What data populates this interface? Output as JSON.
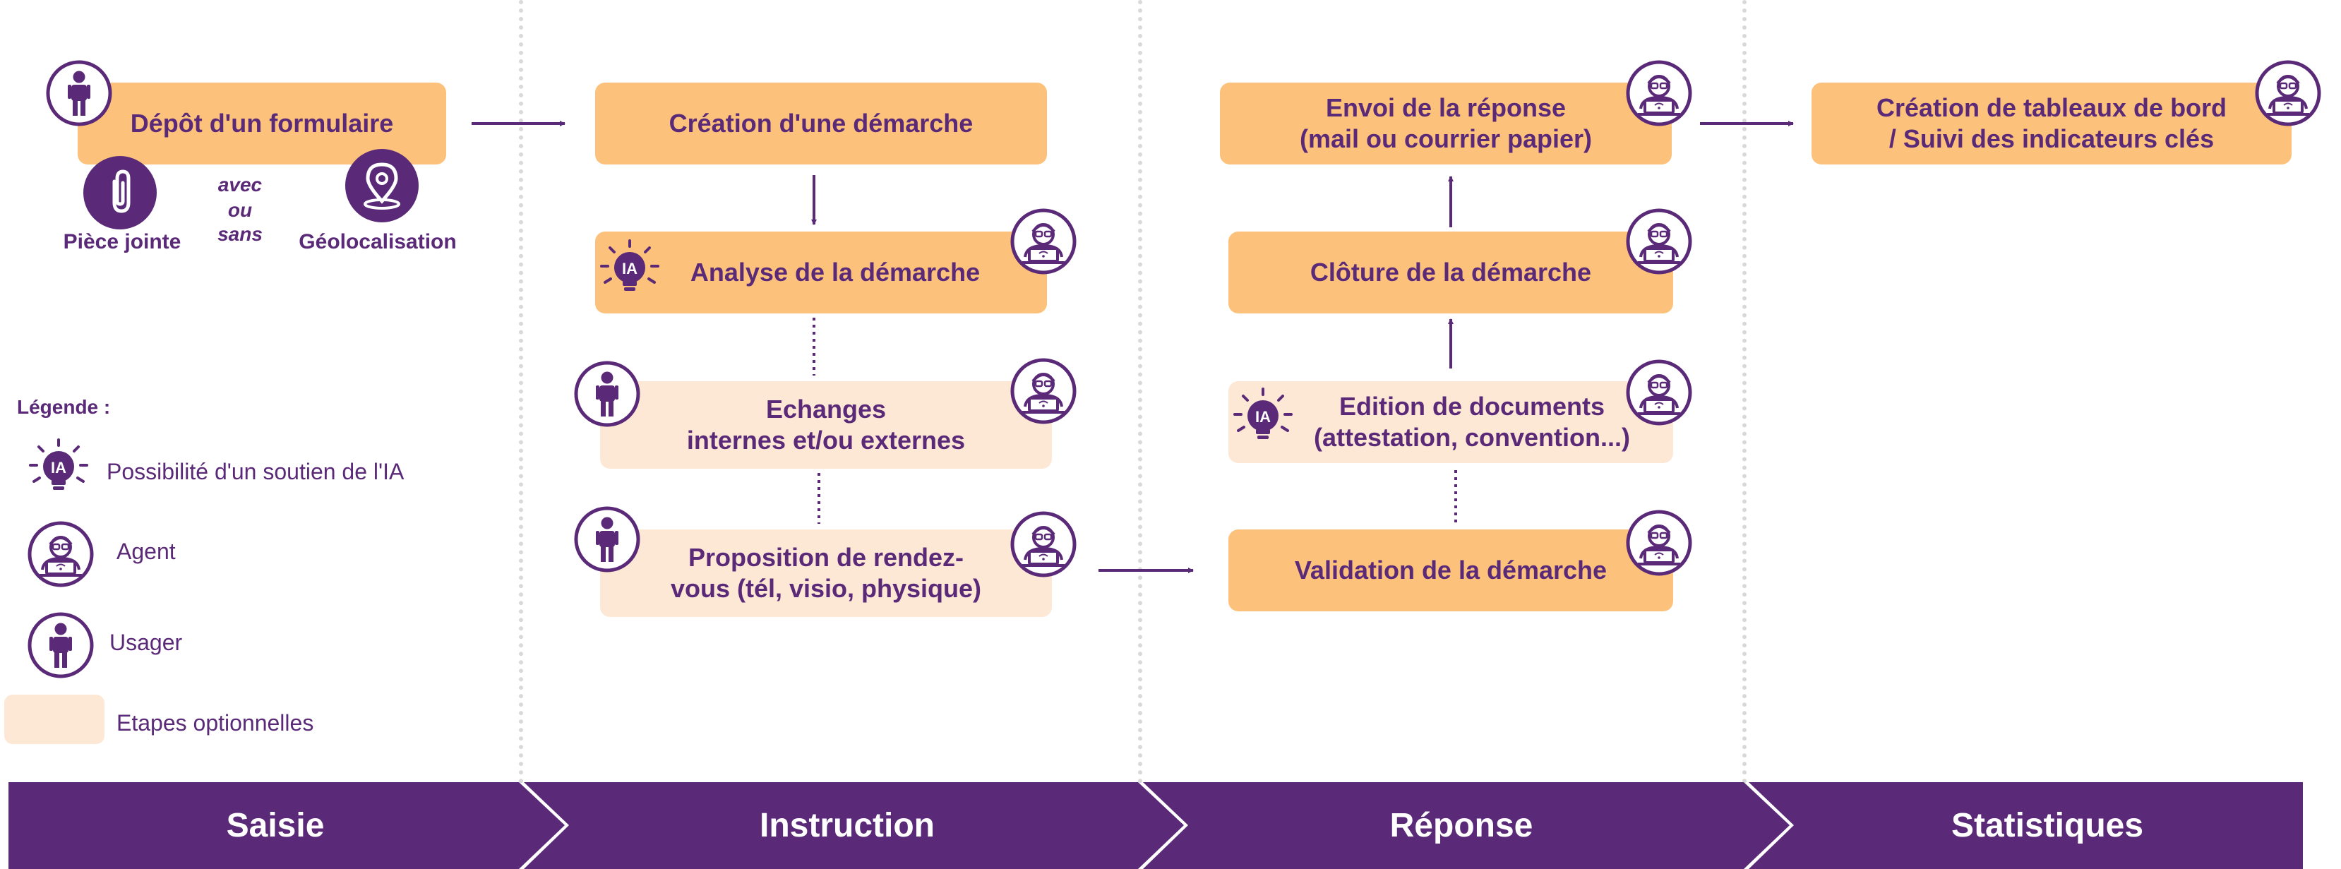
{
  "colors": {
    "purple": "#5a2a78",
    "orange": "#fcc27c",
    "light_orange": "#fde8d6",
    "separator": "#d9d9d9"
  },
  "saisie": {
    "depot": "Dépôt d'un formulaire",
    "piece_jointe": "Pièce jointe",
    "avec": "avec",
    "ou": "ou",
    "sans": "sans",
    "geolocalisation": "Géolocalisation"
  },
  "instruction": {
    "creation": "Création d'une démarche",
    "analyse": "Analyse de la démarche",
    "echanges_line1": "Echanges",
    "echanges_line2": "internes et/ou externes",
    "proposition_line1": "Proposition de rendez-",
    "proposition_line2": "vous (tél, visio, physique)"
  },
  "reponse": {
    "envoi_line1": "Envoi de la réponse",
    "envoi_line2": "(mail ou courrier papier)",
    "cloture": "Clôture de la démarche",
    "edition_line1": "Edition de documents",
    "edition_line2": "(attestation, convention...)",
    "validation": "Validation de la démarche"
  },
  "statistiques": {
    "tableaux_line1": "Création de tableaux de bord",
    "tableaux_line2": "/ Suivi des indicateurs clés"
  },
  "legend": {
    "title": "Légende :",
    "ia": "Possibilité d'un soutien de l'IA",
    "agent": "Agent",
    "usager": "Usager",
    "optional": "Etapes optionnelles"
  },
  "phases": [
    "Saisie",
    "Instruction",
    "Réponse",
    "Statistiques"
  ],
  "icons": {
    "ia": "lightbulb-ia-icon",
    "agent": "agent-laptop-icon",
    "usager": "person-icon",
    "attachment": "paperclip-icon",
    "geo": "location-pin-icon"
  }
}
